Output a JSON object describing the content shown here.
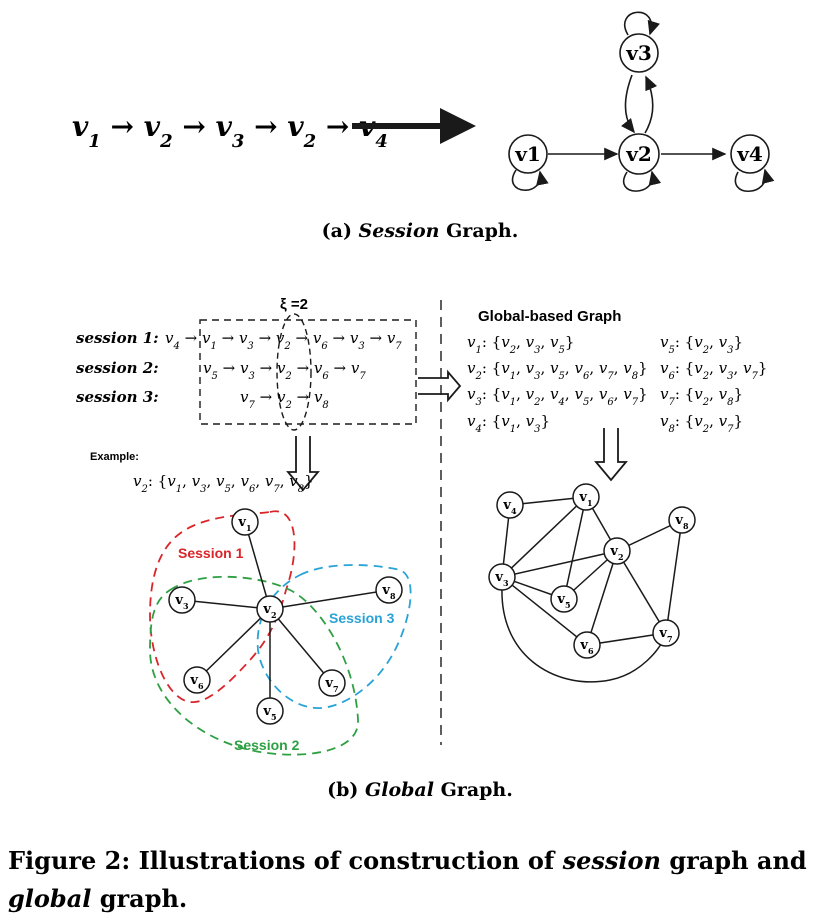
{
  "panel_a": {
    "sequence": [
      {
        "base": "v",
        "sub": "1"
      },
      {
        "base": "v",
        "sub": "2"
      },
      {
        "base": "v",
        "sub": "3"
      },
      {
        "base": "v",
        "sub": "2"
      },
      {
        "base": "v",
        "sub": "4"
      }
    ],
    "arrow": "→",
    "nodes": [
      "v3",
      "v1",
      "v2",
      "v4"
    ],
    "caption": {
      "prefix": "(a) ",
      "em": "Session",
      "suffix": " Graph."
    }
  },
  "panel_b": {
    "xi_label": "ξ =2",
    "sessions": [
      {
        "label": "session 1:",
        "items": [
          "v4",
          "v1",
          "v3",
          "v2",
          "v6",
          "v3",
          "v7"
        ]
      },
      {
        "label": "session 2:",
        "items": [
          "v5",
          "v3",
          "v2",
          "v6",
          "v7"
        ]
      },
      {
        "label": "session 3:",
        "items": [
          "v7",
          "v2",
          "v8"
        ]
      }
    ],
    "example_label": "Example:",
    "example": {
      "node": "v2",
      "neighbors": [
        "v1",
        "v3",
        "v5",
        "v6",
        "v7",
        "v8"
      ]
    },
    "local_graph": {
      "center": "v2",
      "nodes": [
        "v1",
        "v3",
        "v8",
        "v2",
        "v6",
        "v7",
        "v5"
      ],
      "session_labels": [
        {
          "text": "Session 1",
          "color": "#d9252a"
        },
        {
          "text": "Session 3",
          "color": "#29a3d6"
        },
        {
          "text": "Session 2",
          "color": "#2ea043"
        }
      ]
    },
    "global_title": "Global-based Graph",
    "neighbor_sets": [
      {
        "node": "v1",
        "set": [
          "v2",
          "v3",
          "v5"
        ]
      },
      {
        "node": "v2",
        "set": [
          "v1",
          "v3",
          "v5",
          "v6",
          "v7",
          "v8"
        ]
      },
      {
        "node": "v3",
        "set": [
          "v1",
          "v2",
          "v4",
          "v5",
          "v6",
          "v7"
        ]
      },
      {
        "node": "v4",
        "set": [
          "v1",
          "v3"
        ]
      },
      {
        "node": "v5",
        "set": [
          "v2",
          "v3"
        ]
      },
      {
        "node": "v6",
        "set": [
          "v2",
          "v3",
          "v7"
        ]
      },
      {
        "node": "v7",
        "set": [
          "v2",
          "v8"
        ]
      },
      {
        "node": "v8",
        "set": [
          "v2",
          "v7"
        ]
      }
    ],
    "global_nodes": [
      "v4",
      "v1",
      "v8",
      "v2",
      "v3",
      "v5",
      "v6",
      "v7"
    ],
    "caption": {
      "prefix": "(b) ",
      "em": "Global",
      "suffix": " Graph."
    }
  },
  "figure_caption": {
    "line1_prefix": "Figure 2: Illustrations of construction of ",
    "line1_em": "session",
    "line1_suffix": " graph and",
    "line2_em": "global",
    "line2_suffix": " graph."
  },
  "colors": {
    "session1": "#d9252a",
    "session2": "#2ea043",
    "session3": "#29a3d6",
    "ink": "#1a1a1a"
  }
}
